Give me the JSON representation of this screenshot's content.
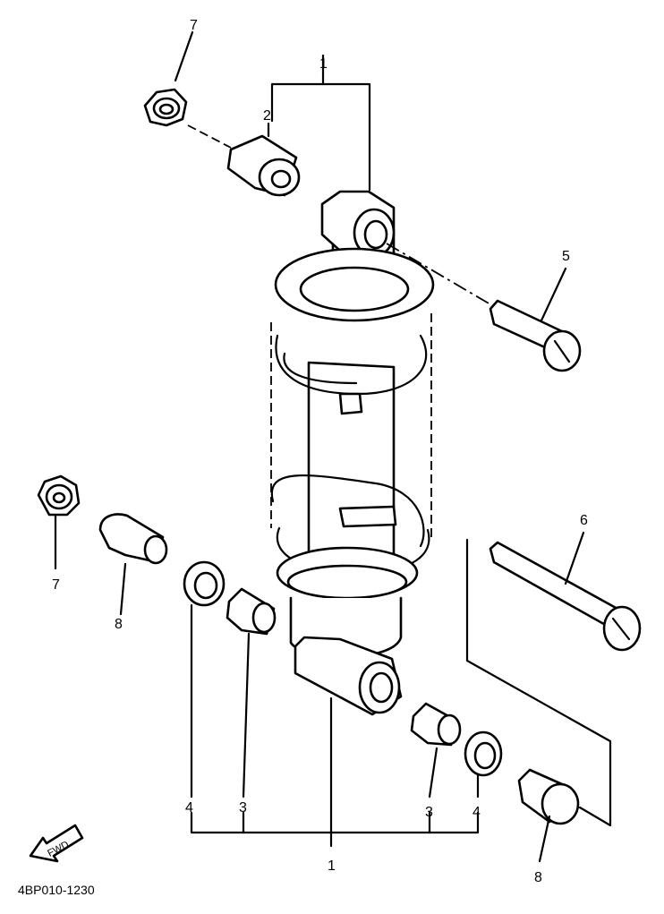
{
  "callouts": {
    "c1_top": "1",
    "c2": "2",
    "c7_top": "7",
    "c5": "5",
    "c6": "6",
    "c7_left": "7",
    "c8_left": "8",
    "c4_left": "4",
    "c3_left": "3",
    "c3_right": "3",
    "c4_right": "4",
    "c8_right": "8",
    "c1_bottom": "1"
  },
  "fwd_label": "FWD",
  "drawing_code": "4BP010-1230"
}
